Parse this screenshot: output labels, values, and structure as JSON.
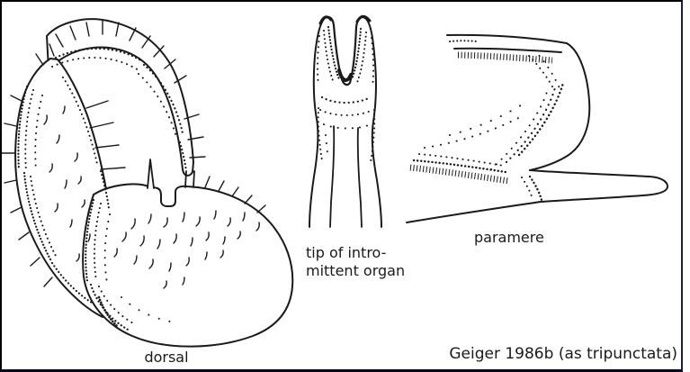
{
  "plate": {
    "background": "#ffffff",
    "ink_color": "#1a1a1a",
    "frame_color": "#000000",
    "frame_right_color": "#1b1b4d"
  },
  "figures": {
    "dorsal": {
      "caption": "dorsal"
    },
    "intromittent": {
      "caption_line1": "tip of intro-",
      "caption_line2": "mittent organ"
    },
    "paramere": {
      "caption": "paramere"
    }
  },
  "citation": "Geiger 1986b (as tripunctata)"
}
